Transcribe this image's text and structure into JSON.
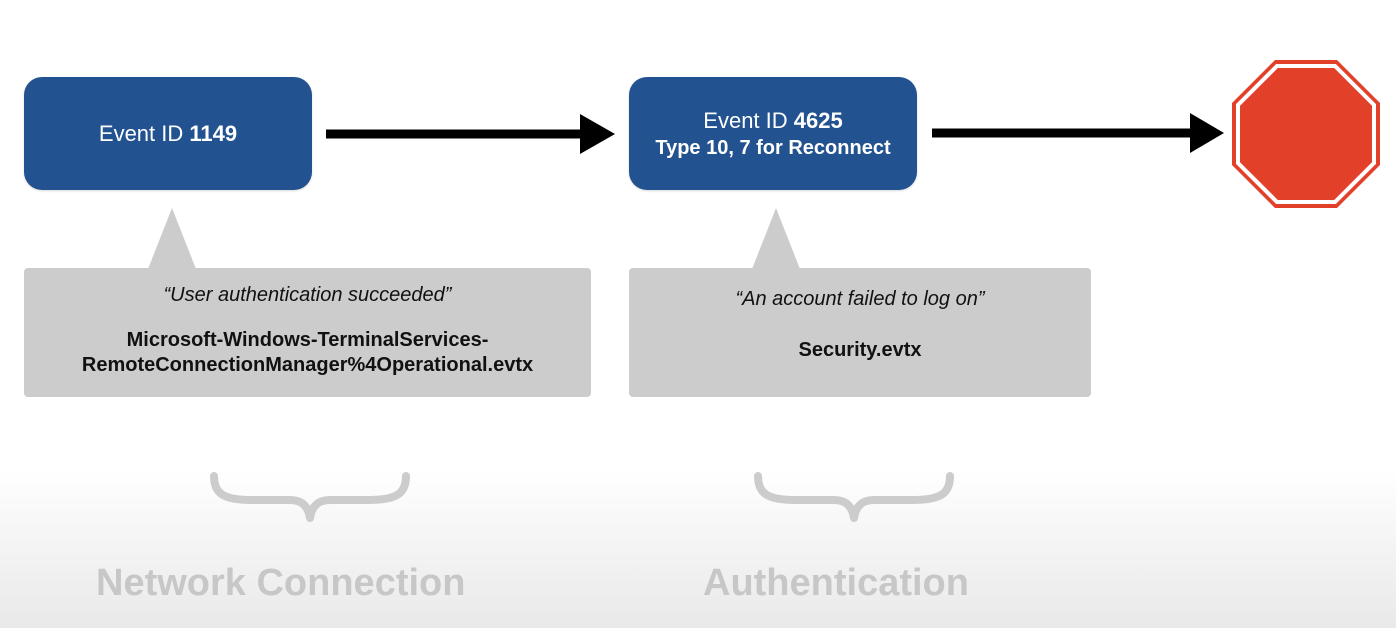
{
  "steps": [
    {
      "event_prefix": "Event ID ",
      "event_id": "1149",
      "quote": "“User authentication succeeded”",
      "file_line_1": "Microsoft-Windows-TerminalServices-",
      "file_line_2": "RemoteConnectionManager%4Operational.evtx",
      "category": "Network Connection"
    },
    {
      "event_prefix": "Event ID ",
      "event_id": "4625",
      "subtitle": "Type 10, 7 for Reconnect",
      "quote": "“An account failed to log on”",
      "file": "Security.evtx",
      "category": "Authentication"
    }
  ],
  "end_symbol": "stop-sign-icon",
  "colors": {
    "event_box": "#22528f",
    "callout": "#cccccc",
    "stop_sign": "#e3402a",
    "category_text": "#c7c7c7",
    "brace": "#cccccc"
  }
}
